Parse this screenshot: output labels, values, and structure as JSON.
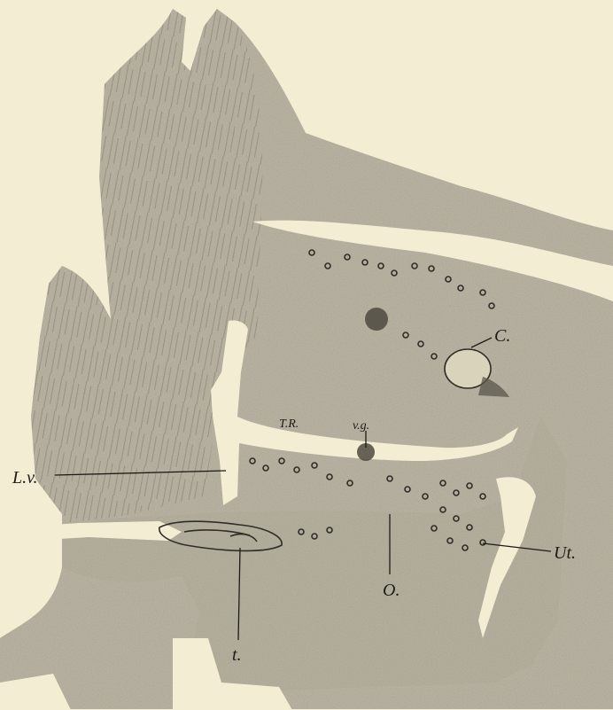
{
  "background_color": "#f3edd3",
  "tissue_color": "#b9b4a1",
  "ink_color": "#1d1b17",
  "labels": {
    "c": "C.",
    "vg": "v.g.",
    "tr": "T.R.",
    "lv": "L.v.",
    "ut": "Ut.",
    "o": "O.",
    "t": "t."
  }
}
